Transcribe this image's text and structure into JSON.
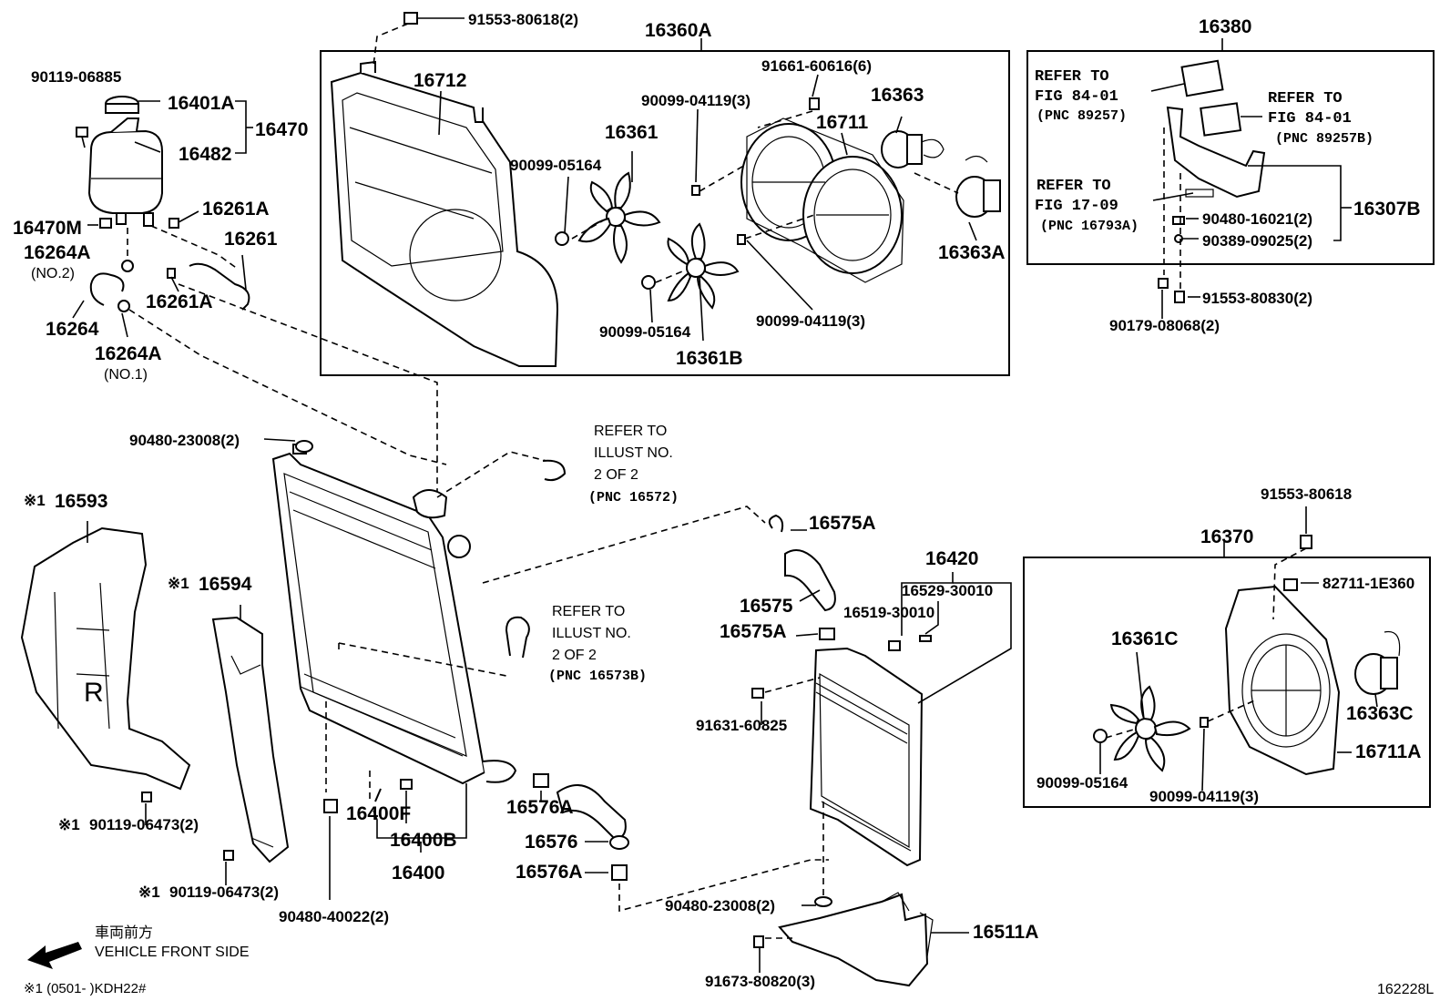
{
  "labels": {
    "p91553_80618_2": "91553-80618(2)",
    "p16360A": "16360A",
    "p16380": "16380",
    "p90119_06885": "90119-06885",
    "p16401A": "16401A",
    "p16470": "16470",
    "p16482": "16482",
    "p16712": "16712",
    "p91661_60616_6": "91661-60616(6)",
    "p90099_04119_3a": "90099-04119(3)",
    "p16363": "16363",
    "p16711": "16711",
    "p16361": "16361",
    "p90099_05164a": "90099-05164",
    "p16261A": "16261A",
    "p16470M": "16470M",
    "p16264A2": "16264A",
    "no2": "(NO.2)",
    "p16261": "16261",
    "p16261A_b": "16261A",
    "p16264": "16264",
    "p16264A1": "16264A",
    "no1": "(NO.1)",
    "p90099_05164b": "90099-05164",
    "p16361B": "16361B",
    "p90099_04119_3b": "90099-04119(3)",
    "p16363A": "16363A",
    "p90480_23008_2a": "90480-23008(2)",
    "p16593": "16593",
    "p16594": "16594",
    "p16575A_a": "16575A",
    "p16575": "16575",
    "p16575A_b": "16575A",
    "p16420": "16420",
    "p16529_30010": "16529-30010",
    "p16519_30010": "16519-30010",
    "p91631_60825": "91631-60825",
    "p16576A_a": "16576A",
    "p16576": "16576",
    "p16576A_b": "16576A",
    "p16400F": "16400F",
    "p16400B": "16400B",
    "p16400": "16400",
    "p90119_06473_a": "90119-06473(2)",
    "p90119_06473_b": "90119-06473(2)",
    "p90480_40022_2": "90480-40022(2)",
    "p90480_23008_2b": "90480-23008(2)",
    "p16511A": "16511A",
    "p91673_80820_3": "91673-80820(3)",
    "p91553_80618": "91553-80618",
    "p16370": "16370",
    "p82711_1E360": "82711-1E360",
    "p16361C": "16361C",
    "p16363C": "16363C",
    "p16711A": "16711A",
    "p90099_05164c": "90099-05164",
    "p90099_04119_3c": "90099-04119(3)",
    "p90480_16021_2": "90480-16021(2)",
    "p90389_09025_2": "90389-09025(2)",
    "p16307B": "16307B",
    "p91553_80830_2": "91553-80830(2)",
    "p90179_08068_2": "90179-08068(2)",
    "mark1": "※1",
    "mark2": "※1",
    "mark3": "※1",
    "mark4": "※1"
  },
  "refs": {
    "r1_a": "REFER TO",
    "r1_b": "FIG 84-01",
    "r1_c": "(PNC 89257)",
    "r2_a": "REFER TO",
    "r2_b": "FIG 84-01",
    "r2_c": "(PNC 89257B)",
    "r3_a": "REFER TO",
    "r3_b": "FIG 17-09",
    "r3_c": "(PNC 16793A)",
    "r4_a": "REFER TO",
    "r4_b": "ILLUST NO.",
    "r4_c": "2 OF 2",
    "r4_d": "(PNC 16572)",
    "r5_a": "REFER TO",
    "r5_b": "ILLUST NO.",
    "r5_c": "2 OF 2",
    "r5_d": "(PNC 16573B)"
  },
  "footer": {
    "front_jp": "車両前方",
    "front_en": "VEHICLE FRONT SIDE",
    "applicability": "※1 (0501-      )KDH22#",
    "diagram_id": "162228L"
  }
}
